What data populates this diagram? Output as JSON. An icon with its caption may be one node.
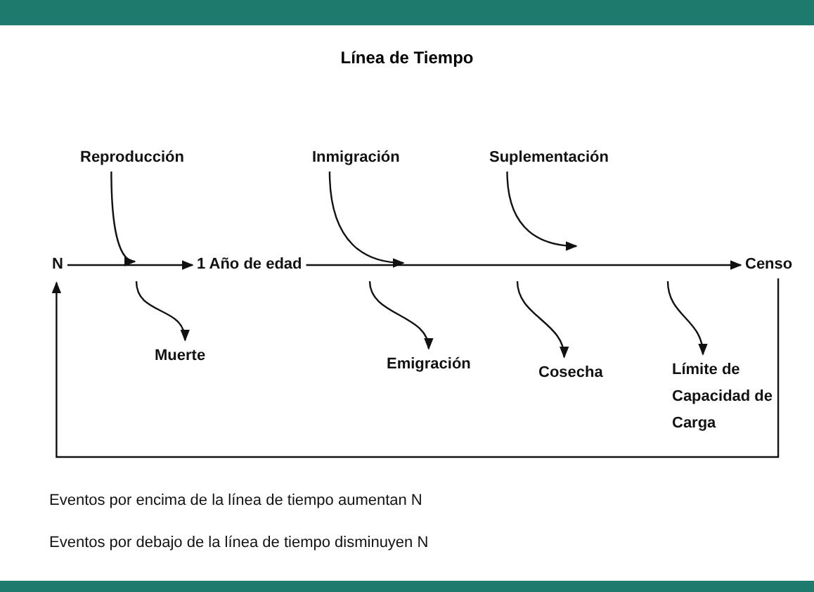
{
  "diagram": {
    "title": "Línea de Tiempo",
    "nodes": [
      {
        "text": [
          "N"
        ]
      },
      {
        "text": [
          "1 Año de edad"
        ]
      },
      {
        "text": [
          "Censo"
        ]
      },
      {
        "text": [
          "Reproducción"
        ]
      },
      {
        "text": [
          "Inmigración"
        ]
      },
      {
        "text": [
          "Suplementación"
        ]
      },
      {
        "text": [
          "Muerte"
        ]
      },
      {
        "text": [
          "Emigración"
        ]
      },
      {
        "text": [
          "Cosecha"
        ]
      },
      {
        "text": [
          "Límite de Capacidad de Carga"
        ]
      }
    ],
    "edges": [
      {
        "from": 0,
        "to": 1,
        "arrow": "to"
      },
      {
        "from": 1,
        "to": 2,
        "arrow": "to"
      },
      {
        "from": 3,
        "to": null,
        "arrow": "to"
      },
      {
        "from": 4,
        "to": null,
        "arrow": "to"
      },
      {
        "from": 5,
        "to": null,
        "arrow": "to"
      },
      {
        "from": null,
        "to": 6,
        "arrow": "to"
      },
      {
        "from": null,
        "to": 7,
        "arrow": "to"
      },
      {
        "from": null,
        "to": 8,
        "arrow": "to"
      },
      {
        "from": null,
        "to": 9,
        "arrow": "to"
      },
      {
        "from": 2,
        "to": 0,
        "arrow": "to"
      }
    ],
    "labels": [
      "Eventos por encima de la línea de tiempo aumentan N",
      "Eventos por debajo de la línea de tiempo disminuyen N"
    ]
  }
}
